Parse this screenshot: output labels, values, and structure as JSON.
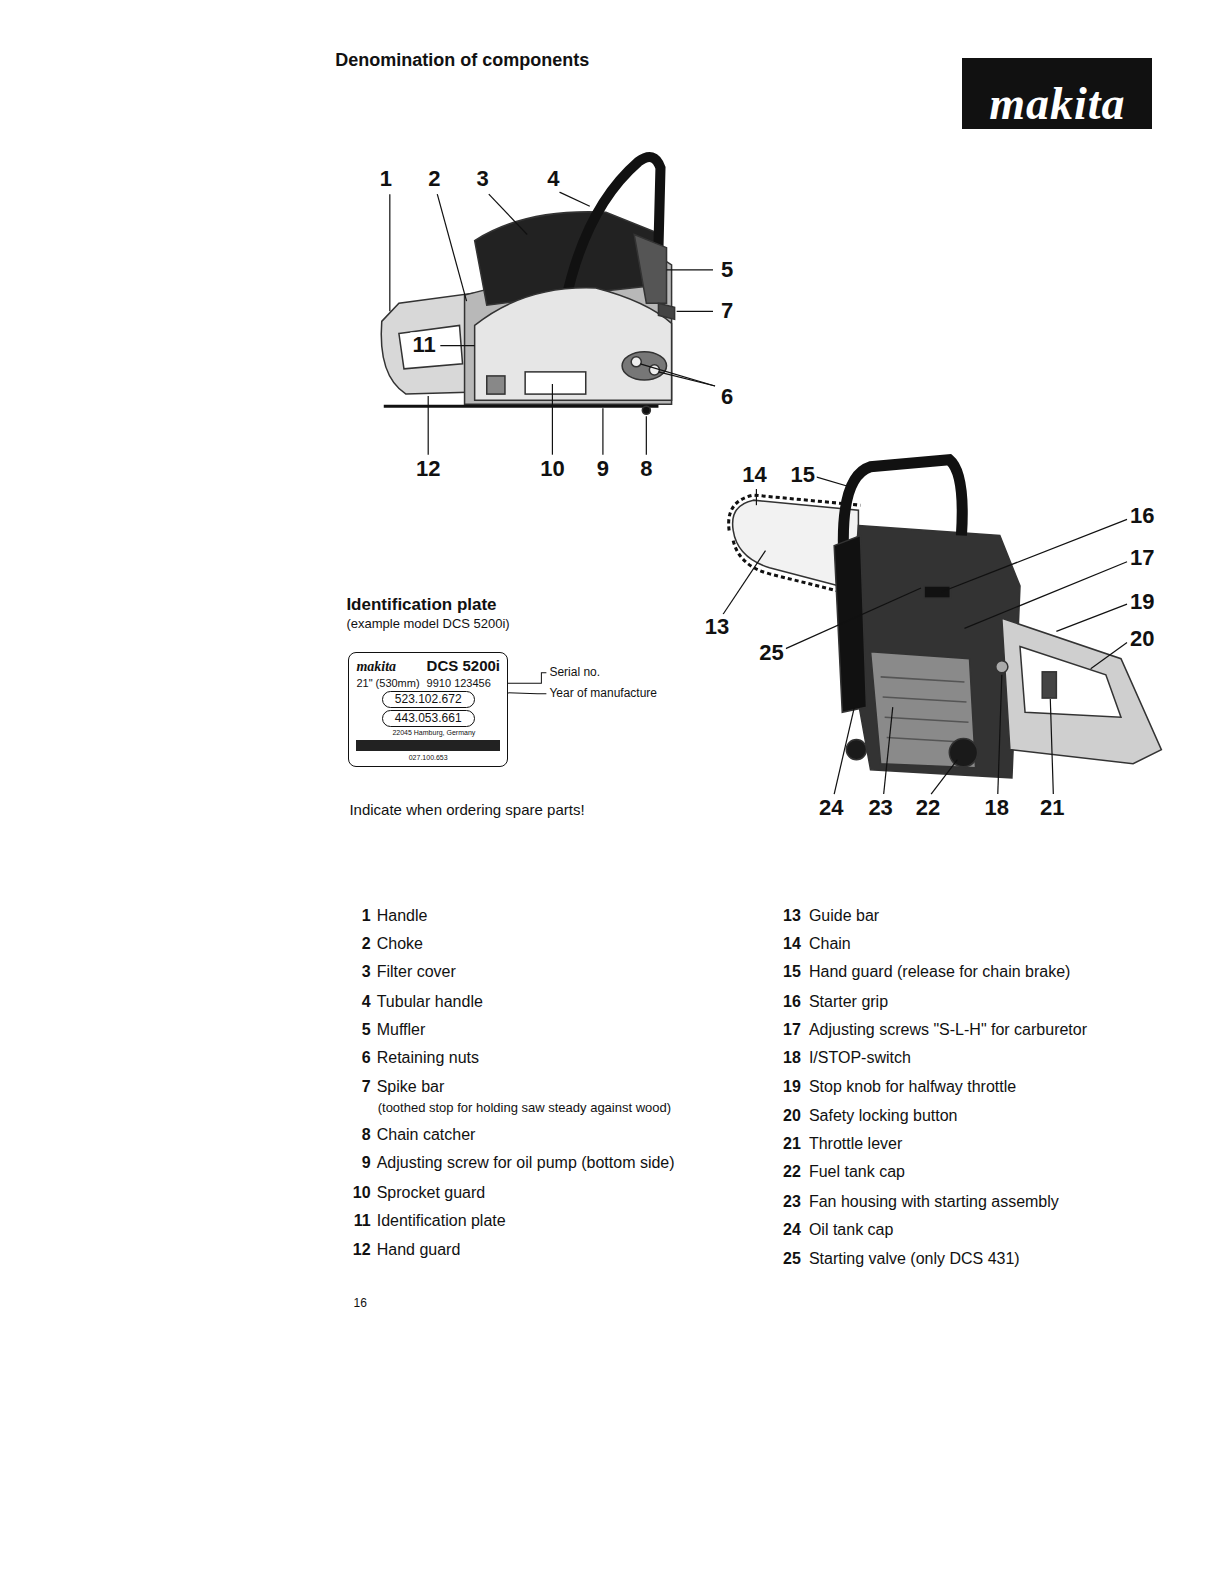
{
  "diagram": {
    "title": "Denomination of components",
    "nodes": [
      {
        "text": [
          "makita"
        ]
      },
      {
        "text": [
          "makita",
          "DCS 5200i",
          "21\" (530mm)",
          "9910 123456",
          "22045 Hamburg, Germany",
          "027.100.653"
        ]
      },
      {
        "text": [
          "523.102.672"
        ],
        "in": 1
      },
      {
        "text": [
          "443.053.661"
        ],
        "in": 1
      }
    ],
    "labels": [
      "Identification plate",
      "(example model DCS 5200i)",
      "Serial no.",
      "Year of manufacture",
      "Indicate when ordering spare parts!",
      "1",
      "2",
      "3",
      "4",
      "5",
      "7",
      "11",
      "6",
      "12",
      "10",
      "9",
      "8",
      "14",
      "15",
      "16",
      "17",
      "19",
      "20",
      "13",
      "25",
      "24",
      "23",
      "22",
      "18",
      "21",
      "1",
      "Handle",
      "2",
      "Choke",
      "3",
      "Filter cover",
      "4",
      "Tubular handle",
      "5",
      "Muffler",
      "6",
      "Retaining nuts",
      "7",
      "Spike bar",
      "(toothed stop for holding saw steady against wood)",
      "8",
      "Chain catcher",
      "9",
      "Adjusting screw for oil pump (bottom side)",
      "10",
      "Sprocket guard",
      "11",
      "Identification plate",
      "12",
      "Hand guard",
      "13",
      "Guide bar",
      "14",
      "Chain",
      "15",
      "Hand guard (release for chain brake)",
      "16",
      "Starter grip",
      "17",
      "Adjusting screws \"S-L-H\" for carburetor",
      "18",
      "I/STOP-switch",
      "19",
      "Stop knob for halfway throttle",
      "20",
      "Safety locking button",
      "21",
      "Throttle lever",
      "22",
      "Fuel tank cap",
      "23",
      "Fan housing with starting assembly",
      "24",
      "Oil tank cap",
      "25",
      "Starting valve (only DCS 431)",
      "16"
    ]
  }
}
